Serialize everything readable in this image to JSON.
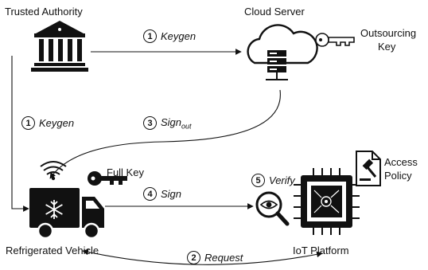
{
  "nodes": {
    "trusted_authority": "Trusted Authority",
    "cloud_server": "Cloud Server",
    "outsourcing_key": [
      "Outsourcing",
      "Key"
    ],
    "refrigerated_vehicle": "Refrigerated Vehicle",
    "iot_platform": "IoT Platform",
    "full_key": "Full Key",
    "access_policy": [
      "Access",
      "Policy"
    ]
  },
  "steps": [
    {
      "num": "1",
      "label": "Keygen"
    },
    {
      "num": "1",
      "label": "Keygen"
    },
    {
      "num": "3",
      "label": "Sign",
      "sub": "out"
    },
    {
      "num": "4",
      "label": "Sign"
    },
    {
      "num": "5",
      "label": "Verify"
    },
    {
      "num": "2",
      "label": "Request"
    }
  ],
  "icons": [
    "bank-icon",
    "cloud-server-icon",
    "key-icon",
    "wifi-icon",
    "truck-icon",
    "snowflake-icon",
    "magnifier-eye-icon",
    "chip-icon",
    "document-gavel-icon"
  ]
}
